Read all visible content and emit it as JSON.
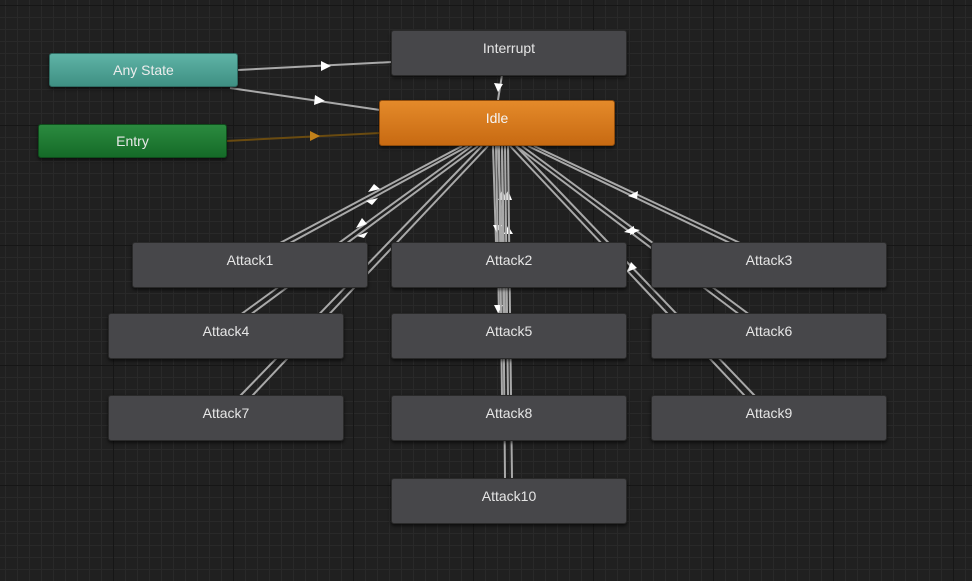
{
  "nodes": {
    "any_state": "Any State",
    "entry": "Entry",
    "interrupt": "Interrupt",
    "idle": "Idle",
    "attack1": "Attack1",
    "attack2": "Attack2",
    "attack3": "Attack3",
    "attack4": "Attack4",
    "attack5": "Attack5",
    "attack6": "Attack6",
    "attack7": "Attack7",
    "attack8": "Attack8",
    "attack9": "Attack9",
    "attack10": "Attack10"
  },
  "colors": {
    "canvas": "#202020",
    "state_node": "#47474a",
    "default_state": "#d67a1f",
    "any_state": "#52a598",
    "entry": "#1f7b34",
    "transition": "#a9a9a9",
    "entry_transition": "#6a4b10"
  }
}
